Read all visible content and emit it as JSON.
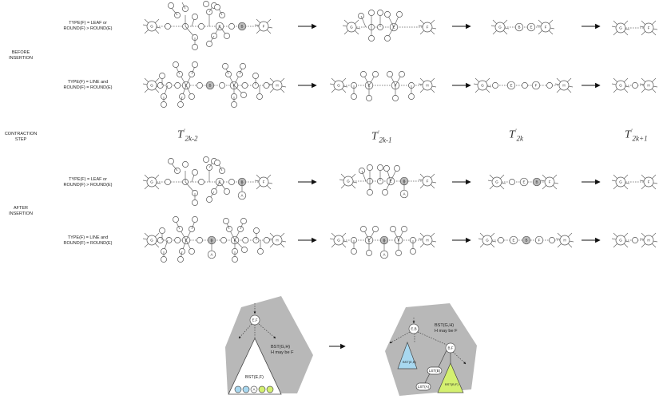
{
  "section_labels": {
    "before": [
      "BEFORE",
      "INSERTION"
    ],
    "contraction": [
      "CONTRACTION",
      "STEP"
    ],
    "after": [
      "AFTER",
      "INSERTION"
    ]
  },
  "conditions": {
    "leaf": [
      "TYPE(F) = LEAF or",
      "ROUND(F) > ROUND(E)"
    ],
    "line": [
      "TYPE(F) = LINE and",
      "ROUND(F) = ROUND(E)"
    ]
  },
  "tree_labels": [
    {
      "base": "T",
      "prime": "'",
      "sub": "2k-2"
    },
    {
      "base": "T",
      "prime": "'",
      "sub": "2k-1"
    },
    {
      "base": "T",
      "prime": "'",
      "sub": "2k"
    },
    {
      "base": "T",
      "prime": "'",
      "sub": "2k+1"
    }
  ],
  "node_labels": {
    "G": "G",
    "E": "E",
    "F": "F",
    "H": "H",
    "B": "B",
    "A": "A"
  },
  "bottom_left": {
    "root": "E,F",
    "bst_gh": [
      "BST(G,H)",
      "H may be F"
    ],
    "bst_ef": "BST(E,F)",
    "leaves": [
      "A",
      "B"
    ]
  },
  "bottom_right": {
    "root": "E,B",
    "bst_gh": [
      "BST(G,H)",
      "H may be F"
    ],
    "bst_eb": "BST(E,B)",
    "bf": "B,F",
    "lst_b": "LST(B)",
    "lst_a": "LST(A)",
    "bst_bf": "BST(B,F)"
  },
  "colors": {
    "node_fill": "#ffffff",
    "node_stroke": "#555555",
    "special_fill": "#bbbbbb",
    "blob": "#b8b8b8",
    "blue": "#a8d8f0",
    "green": "#d4f070"
  }
}
